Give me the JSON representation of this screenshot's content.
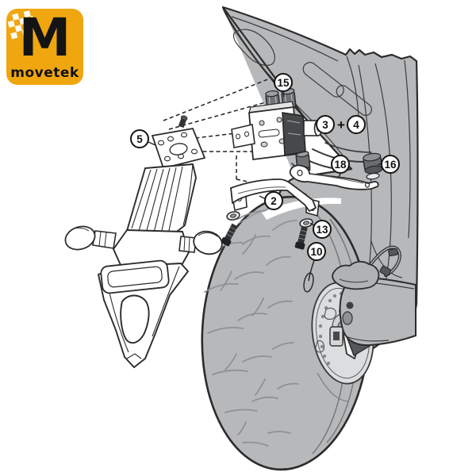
{
  "logo": {
    "monogram": "M",
    "brand": "movetek",
    "bg_color": "#EFA60F",
    "text_color": "#141414",
    "checker_color": "#FFFFFF"
  },
  "callouts": {
    "c15": "15",
    "c3": "3",
    "plus": "+",
    "c4": "4",
    "c5": "5",
    "c18": "18",
    "c16": "16",
    "c2": "2",
    "c13": "13",
    "c10": "10"
  },
  "colors": {
    "background": "#FFFFFF",
    "body_gray": "#B6B8BA",
    "outline": "#2B2B2B",
    "tread_gray": "#8F9294",
    "dark_part": "#46484A",
    "disc_light": "#DCDDDF"
  }
}
